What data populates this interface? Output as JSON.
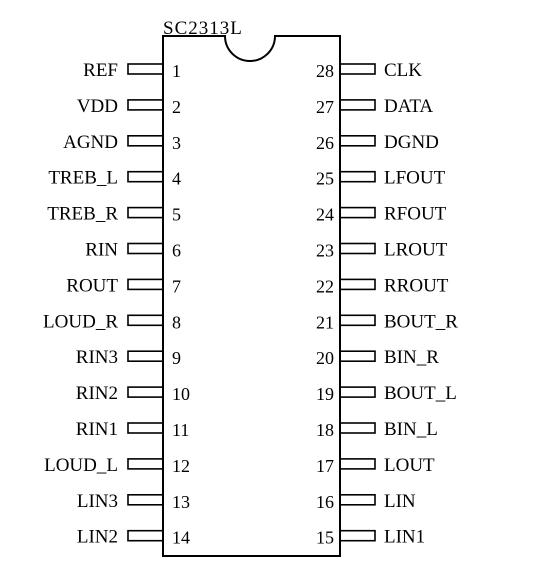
{
  "chip": {
    "name": "SC2313L",
    "left_pins": [
      {
        "num": "1",
        "label": "REF"
      },
      {
        "num": "2",
        "label": "VDD"
      },
      {
        "num": "3",
        "label": "AGND"
      },
      {
        "num": "4",
        "label": "TREB_L"
      },
      {
        "num": "5",
        "label": "TREB_R"
      },
      {
        "num": "6",
        "label": "RIN"
      },
      {
        "num": "7",
        "label": "ROUT"
      },
      {
        "num": "8",
        "label": "LOUD_R"
      },
      {
        "num": "9",
        "label": "RIN3"
      },
      {
        "num": "10",
        "label": "RIN2"
      },
      {
        "num": "11",
        "label": "RIN1"
      },
      {
        "num": "12",
        "label": "LOUD_L"
      },
      {
        "num": "13",
        "label": "LIN3"
      },
      {
        "num": "14",
        "label": "LIN2"
      }
    ],
    "right_pins": [
      {
        "num": "28",
        "label": "CLK"
      },
      {
        "num": "27",
        "label": "DATA"
      },
      {
        "num": "26",
        "label": "DGND"
      },
      {
        "num": "25",
        "label": "LFOUT"
      },
      {
        "num": "24",
        "label": "RFOUT"
      },
      {
        "num": "23",
        "label": "LROUT"
      },
      {
        "num": "22",
        "label": "RROUT"
      },
      {
        "num": "21",
        "label": "BOUT_R"
      },
      {
        "num": "20",
        "label": "BIN_R"
      },
      {
        "num": "19",
        "label": "BOUT_L"
      },
      {
        "num": "18",
        "label": "BIN_L"
      },
      {
        "num": "17",
        "label": "LOUT"
      },
      {
        "num": "16",
        "label": "LIN"
      },
      {
        "num": "15",
        "label": "LIN1"
      }
    ]
  }
}
